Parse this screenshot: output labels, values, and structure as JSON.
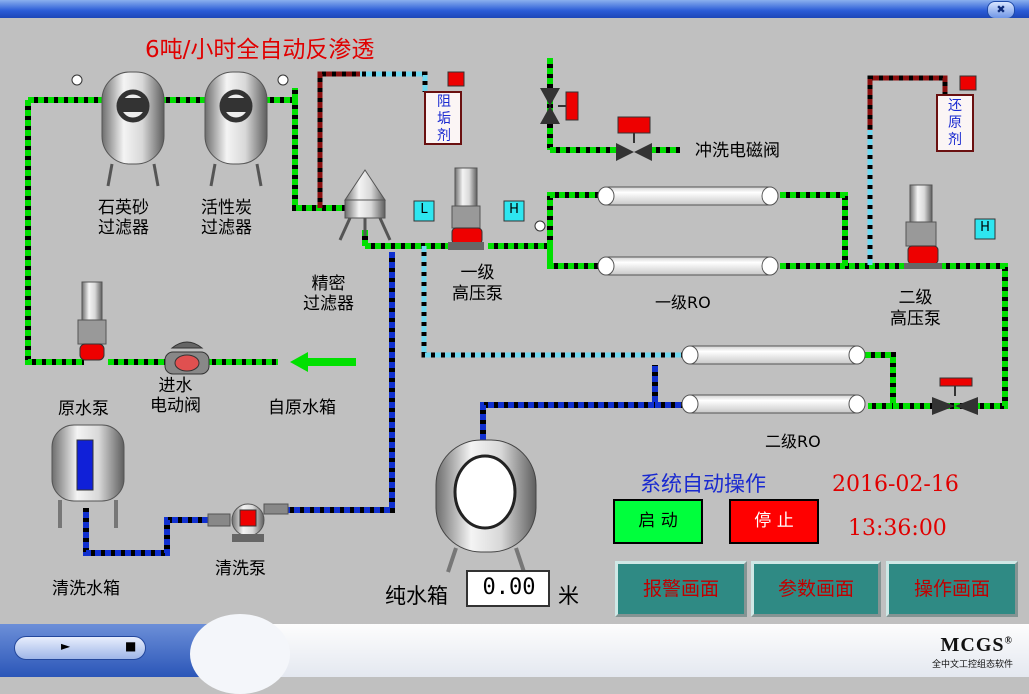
{
  "title": "6吨/小时全自动反渗透",
  "equipment": {
    "quartz_filter": [
      "石英砂",
      "过滤器"
    ],
    "carbon_filter": [
      "活性炭",
      "过滤器"
    ],
    "precision_filter": [
      "精密",
      "过滤器"
    ],
    "raw_pump": "原水泵",
    "inlet_valve": [
      "进水",
      "电动阀"
    ],
    "from_tank": "自原水箱",
    "pump1": [
      "一级",
      "高压泵"
    ],
    "pump2": [
      "二级",
      "高压泵"
    ],
    "ro1": "一级RO",
    "ro2": "二级RO",
    "flush_valve": "冲洗电磁阀",
    "clean_tank": "清洗水箱",
    "clean_pump": "清洗泵",
    "pure_tank": "纯水箱",
    "level_unit": "米",
    "antiscalant": [
      "阻",
      "垢",
      "剂"
    ],
    "reductant": [
      "还",
      "原",
      "剂"
    ],
    "switch_low": "L",
    "switch_high": "H"
  },
  "pure_tank_level": "0.00",
  "control": {
    "heading": "系统自动操作",
    "date": "2016-02-16",
    "time": "13:36:00",
    "start_label": "启 动",
    "stop_label": "停 止"
  },
  "nav": {
    "alarm": "报警画面",
    "params": "参数画面",
    "operation": "操作画面"
  },
  "player": {
    "play": "►",
    "stop": "■"
  },
  "brand": {
    "name": "MCGS",
    "mark": "®",
    "tagline": "全中文工控组态软件"
  },
  "window": {
    "close": "✖"
  },
  "colors": {
    "pipe_green": "#00e000",
    "pipe_blue": "#1030d0",
    "pipe_lightblue": "#70d8f0",
    "pipe_darkred": "#8b1010",
    "nav_button": "#2f8a84",
    "start_button": "#00ff3c",
    "stop_button": "#ff0000",
    "date_text": "#e00000",
    "heading_text": "#1a2ad0"
  }
}
